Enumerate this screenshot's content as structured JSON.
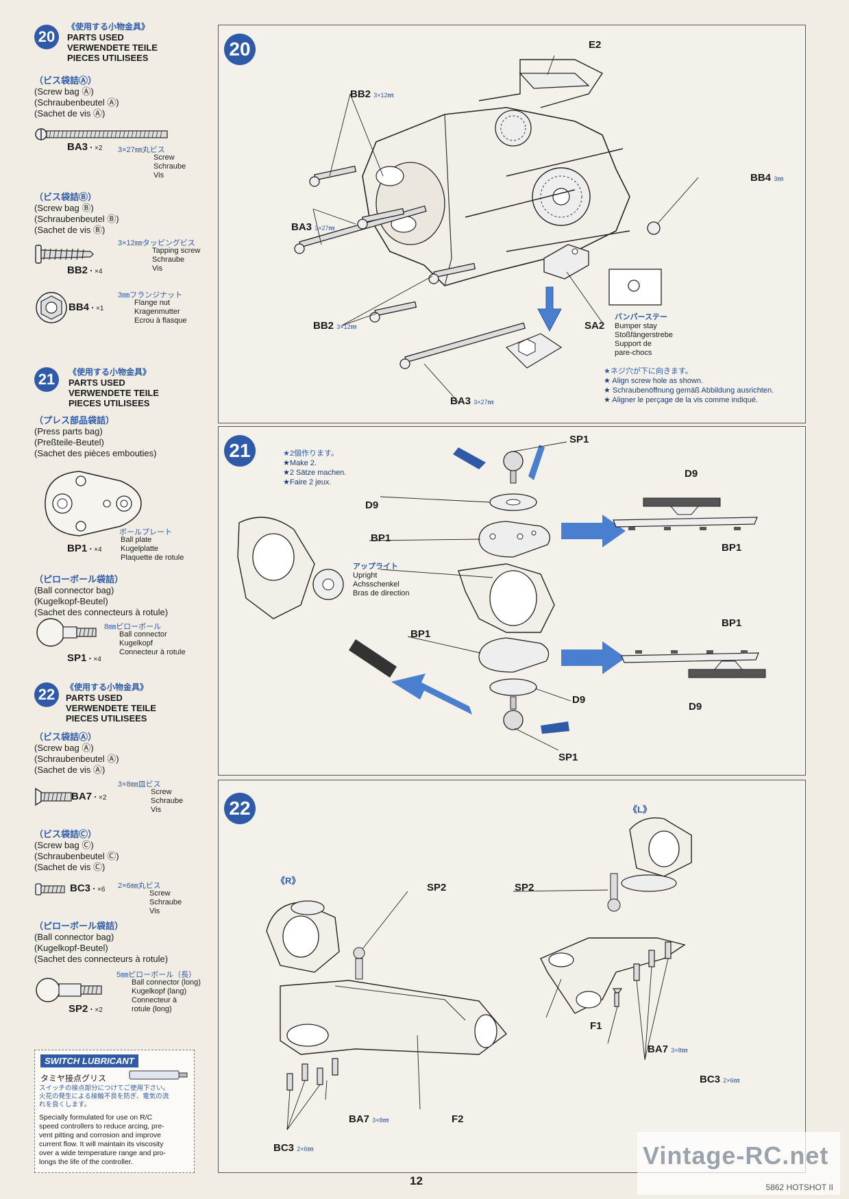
{
  "sections": [
    {
      "num": "20",
      "jp": "《使用する小物金具》",
      "en": [
        "PARTS USED",
        "VERWENDETE TEILE",
        "PIECES UTILISEES"
      ],
      "bags": [
        {
          "jp": "（ビス袋詰Ⓐ）",
          "lines": [
            "(Screw bag Ⓐ)",
            "(Schraubenbeutel Ⓐ)",
            "(Sachet de vis Ⓐ)"
          ]
        },
        {
          "jp": "（ビス袋詰Ⓑ）",
          "lines": [
            "(Screw bag Ⓑ)",
            "(Schraubenbeutel Ⓑ)",
            "(Sachet de vis Ⓑ)"
          ]
        }
      ],
      "parts": [
        {
          "code": "BA3",
          "qty": "・×2",
          "size": "3×27㎜丸ビス",
          "desc": [
            "Screw",
            "Schraube",
            "Vis"
          ]
        },
        {
          "code": "BB2",
          "qty": "・×4",
          "size": "3×12㎜タッピングビス",
          "desc": [
            "Tapping screw",
            "Schraube",
            "Vis"
          ]
        },
        {
          "code": "BB4",
          "qty": "・×1",
          "size": "3㎜フランジナット",
          "desc": [
            "Flange nut",
            "Kragenmutter",
            "Ecrou à flasque"
          ]
        }
      ]
    },
    {
      "num": "21",
      "jp": "《使用する小物金具》",
      "en": [
        "PARTS USED",
        "VERWENDETE TEILE",
        "PIECES UTILISEES"
      ],
      "bags": [
        {
          "jp": "（プレス部品袋詰）",
          "lines": [
            "(Press parts bag)",
            "(Preßteile-Beutel)",
            "(Sachet des pièces embouties)"
          ]
        },
        {
          "jp": "（ピローボール袋詰）",
          "lines": [
            "(Ball connector bag)",
            "(Kugelkopf-Beutel)",
            "(Sachet des connecteurs à rotule)"
          ]
        }
      ],
      "parts": [
        {
          "code": "BP1",
          "qty": "・×4",
          "size": "ボールプレート",
          "desc": [
            "Ball plate",
            "Kugelplatte",
            "Plaquette de rotule"
          ]
        },
        {
          "code": "SP1",
          "qty": "・×4",
          "size": "8㎜ピローボール",
          "desc": [
            "Ball connector",
            "Kugelkopf",
            "Connecteur à rotule"
          ]
        }
      ]
    },
    {
      "num": "22",
      "jp": "《使用する小物金具》",
      "en": [
        "PARTS USED",
        "VERWENDETE TEILE",
        "PIECES UTILISEES"
      ],
      "bags": [
        {
          "jp": "（ビス袋詰Ⓐ）",
          "lines": [
            "(Screw bag Ⓐ)",
            "(Schraubenbeutel Ⓐ)",
            "(Sachet de vis Ⓐ)"
          ]
        },
        {
          "jp": "（ビス袋詰Ⓒ）",
          "lines": [
            "(Screw bag Ⓒ)",
            "(Schraubenbeutel Ⓒ)",
            "(Sachet de vis Ⓒ)"
          ]
        },
        {
          "jp": "（ピローボール袋詰）",
          "lines": [
            "(Ball connector bag)",
            "(Kugelkopf-Beutel)",
            "(Sachet des connecteurs à rotule)"
          ]
        }
      ],
      "parts": [
        {
          "code": "BA7",
          "qty": "・×2",
          "size": "3×8㎜皿ビス",
          "desc": [
            "Screw",
            "Schraube",
            "Vis"
          ]
        },
        {
          "code": "BC3",
          "qty": "・×6",
          "size": "2×6㎜丸ビス",
          "desc": [
            "Screw",
            "Schraube",
            "Vis"
          ]
        },
        {
          "code": "SP2",
          "qty": "・×2",
          "size": "5㎜ピローボール（長）",
          "desc": [
            "Ball connector (long)",
            "Kugelkopf (lang)",
            "Connecteur à",
            "rotule (long)"
          ]
        }
      ]
    }
  ],
  "lube": {
    "logo": "SWITCH LUBRICANT",
    "jp_title": "タミヤ接点グリス",
    "jp_text": [
      "スイッチの接点部分につけてご使用下さい。",
      "火花の発生による接触不良を防ぎ、電気の流",
      "れを良くします。"
    ],
    "en_text": [
      "Specially formulated for use on R/C",
      "speed controllers to reduce arcing, pre-",
      "vent pitting and corrosion and improve",
      "current flow. It will maintain its viscosity",
      "over a wide temperature range and pro-",
      "longs the life of the controller."
    ]
  },
  "step20": {
    "num": "20",
    "labels": {
      "e2": "E2",
      "bb2a": "BB2",
      "bb2a_size": "3×12㎜",
      "bb4": "BB4",
      "bb4_size": "3㎜",
      "ba3a": "BA3",
      "ba3a_size": "3×27㎜",
      "bb2b": "BB2",
      "bb2b_size": "3×12㎜",
      "sa2": "SA2",
      "ba3b": "BA3",
      "ba3b_size": "3×27㎜"
    },
    "sa2_desc": {
      "jp": "バンパーステー",
      "lines": [
        "Bumper stay",
        "Stoßfängerstrebe",
        "Support de",
        "pare-chocs"
      ]
    },
    "note": {
      "jp": "★ネジ穴が下に向きます。",
      "lines": [
        "★ Align screw hole as shown.",
        "★ Schraubenöffnung gemäß Abbildung ausrichten.",
        "★ Aligner le perçage de la vis comme indiqué."
      ]
    }
  },
  "step21": {
    "num": "21",
    "note": {
      "jp": "★2個作ります。",
      "lines": [
        "★Make 2.",
        "★2 Sätze machen.",
        "★Faire 2 jeux."
      ]
    },
    "labels": {
      "sp1_top": "SP1",
      "d9_left": "D9",
      "bp1_left": "BP1",
      "bp1_lower": "BP1",
      "d9_lower": "D9",
      "sp1_bottom": "SP1",
      "d9_right_top": "D9",
      "bp1_right_top": "BP1",
      "bp1_right_bottom": "BP1",
      "d9_right_bottom": "D9"
    },
    "upright": {
      "jp": "アップライト",
      "lines": [
        "Upright",
        "Achsschenkel",
        "Bras de direction"
      ]
    }
  },
  "step22": {
    "num": "22",
    "labels": {
      "r": "《R》",
      "l": "《L》",
      "sp2_left": "SP2",
      "sp2_right": "SP2",
      "f1": "F1",
      "f2": "F2",
      "ba7_left": "BA7",
      "ba7_left_size": "3×8㎜",
      "ba7_right": "BA7",
      "ba7_right_size": "3×8㎜",
      "bc3_left": "BC3",
      "bc3_left_size": "2×6㎜",
      "bc3_right": "BC3",
      "bc3_right_size": "2×6㎜"
    }
  },
  "page_number": "12",
  "watermark": "Vintage-RC.net",
  "model_ref": "5862 HOTSHOT II",
  "colors": {
    "accent": "#2e5aa8",
    "arrow": "#4a7fcf",
    "line": "#2a2a2a"
  }
}
